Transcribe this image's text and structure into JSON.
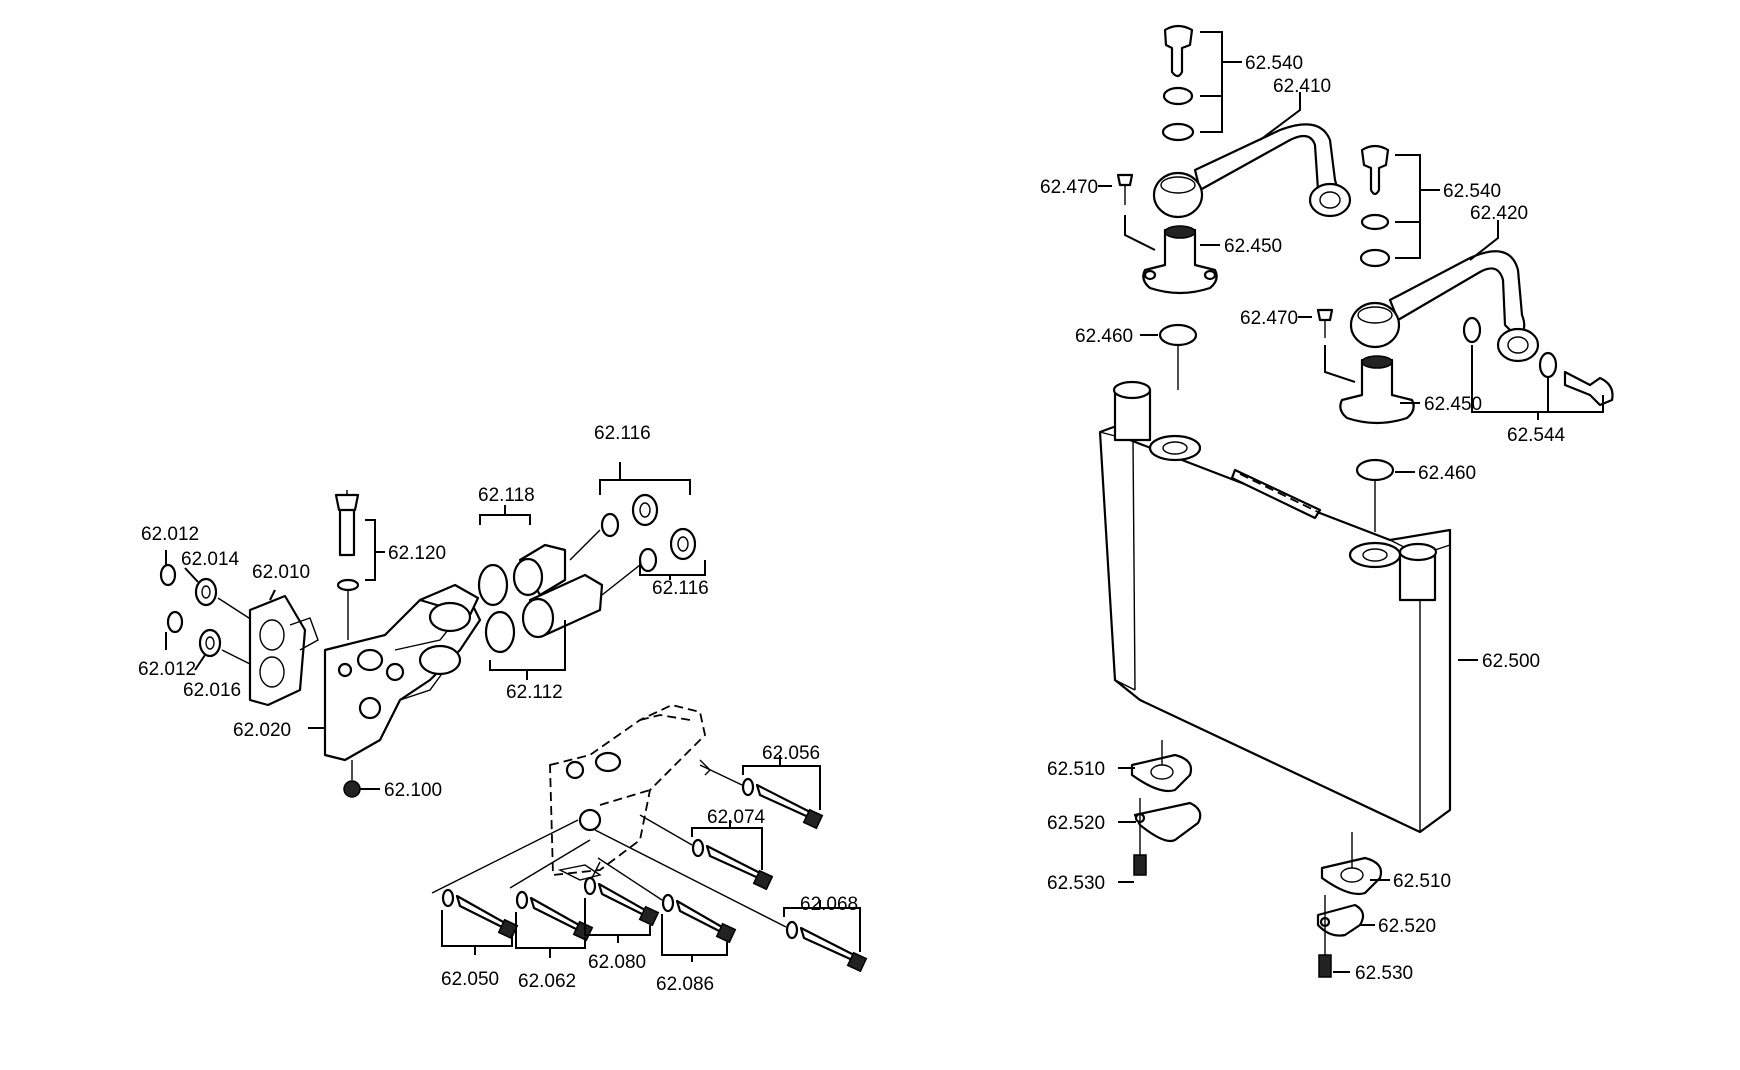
{
  "diagram": {
    "labels": {
      "p62_012_a": "62.012",
      "p62_014": "62.014",
      "p62_010": "62.010",
      "p62_012_b": "62.012",
      "p62_016": "62.016",
      "p62_020": "62.020",
      "p62_100": "62.100",
      "p62_120": "62.120",
      "p62_118": "62.118",
      "p62_112": "62.112",
      "p62_116_a": "62.116",
      "p62_116_b": "62.116",
      "p62_056": "62.056",
      "p62_074": "62.074",
      "p62_068": "62.068",
      "p62_050": "62.050",
      "p62_062": "62.062",
      "p62_080": "62.080",
      "p62_086": "62.086",
      "p62_540_a": "62.540",
      "p62_410": "62.410",
      "p62_470_a": "62.470",
      "p62_450_a": "62.450",
      "p62_460_a": "62.460",
      "p62_540_b": "62.540",
      "p62_420": "62.420",
      "p62_470_b": "62.470",
      "p62_450_b": "62.450",
      "p62_544": "62.544",
      "p62_460_b": "62.460",
      "p62_500": "62.500",
      "p62_510_a": "62.510",
      "p62_520_a": "62.520",
      "p62_530_a": "62.530",
      "p62_510_b": "62.510",
      "p62_520_b": "62.520",
      "p62_530_b": "62.530"
    }
  }
}
